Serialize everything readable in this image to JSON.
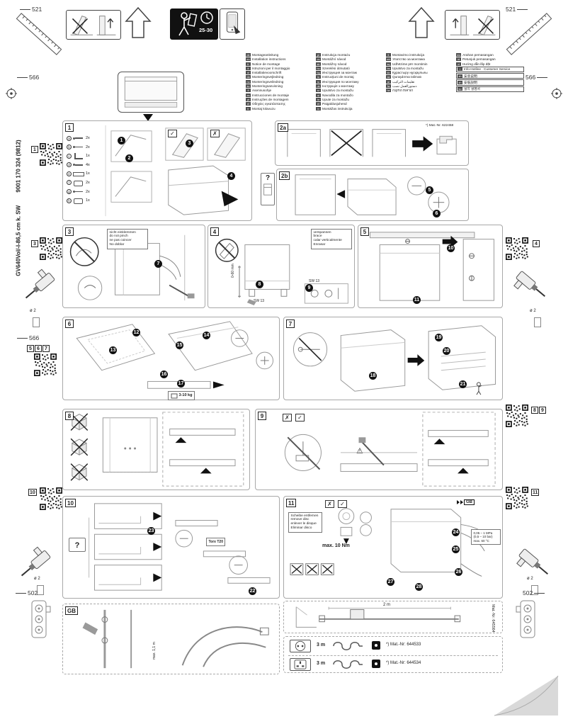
{
  "page": {
    "spine_model": "GV640Vol/-I-86,5 cm k. SW",
    "spine_number": "9001 170 324 (9812)"
  },
  "top": {
    "dim_left": "521",
    "dim_right": "521",
    "duration": "25-30"
  },
  "margin": {
    "dim_566": "566",
    "dim_502": "502",
    "drill_dia": "ø 2"
  },
  "qr": {
    "left1": "1",
    "left3": "3",
    "left5": "5",
    "left6": "6",
    "left7": "7",
    "left10": "10",
    "right4": "4",
    "right8": "8",
    "right9": "9",
    "right11": "11"
  },
  "languages": {
    "col1": [
      {
        "code": "de",
        "text": "Montageanleitung"
      },
      {
        "code": "en",
        "text": "Installation instructions"
      },
      {
        "code": "fr",
        "text": "Notice de montage"
      },
      {
        "code": "it",
        "text": "Istruzioni per il montaggio"
      },
      {
        "code": "nl",
        "text": "Installatievoorschrift"
      },
      {
        "code": "da",
        "text": "Monteringsvejledning"
      },
      {
        "code": "no",
        "text": "Monteringsveiledning"
      },
      {
        "code": "sv",
        "text": "Monteringsanvisning"
      },
      {
        "code": "fi",
        "text": "Asennusohje"
      },
      {
        "code": "es",
        "text": "Instrucciones de montaje"
      },
      {
        "code": "pt",
        "text": "Instruções de montagem"
      },
      {
        "code": "el",
        "text": "Οδηγίες εγκατάστασης"
      },
      {
        "code": "tr",
        "text": "Montaj kılavuzu"
      }
    ],
    "col2": [
      {
        "code": "pl",
        "text": "Instrukcja montażu"
      },
      {
        "code": "cs",
        "text": "Montážní návod"
      },
      {
        "code": "sk",
        "text": "Montážny návod"
      },
      {
        "code": "hu",
        "text": "Szerelési útmutató"
      },
      {
        "code": "bg",
        "text": "Инструкция за монтаж"
      },
      {
        "code": "ro",
        "text": "Instrucţiuni de montaj"
      },
      {
        "code": "ru",
        "text": "Инструкция по монтажу"
      },
      {
        "code": "uk",
        "text": "Інструкція з монтажу"
      },
      {
        "code": "sr",
        "text": "Uputstvo za montažu"
      },
      {
        "code": "sl",
        "text": "Navodila za montažo"
      },
      {
        "code": "hr",
        "text": "Upute za montažu"
      },
      {
        "code": "et",
        "text": "Paigaldusjuhend"
      },
      {
        "code": "lv",
        "text": "Montāžas instrukcija"
      }
    ],
    "col3": [
      {
        "code": "lt",
        "text": "Montavimo instrukcija"
      },
      {
        "code": "mk",
        "text": "Упатство за монтажа"
      },
      {
        "code": "sq",
        "text": "Udhëzime për montimin"
      },
      {
        "code": "bs",
        "text": "Uputstvo za montažu"
      },
      {
        "code": "kk",
        "text": "Құрастыру нұсқаулығы"
      },
      {
        "code": "az",
        "text": "Quraşdırma təlimatı"
      },
      {
        "code": "ar",
        "text": "تعليمات التركيب",
        "rtl": true
      },
      {
        "code": "fa",
        "text": "دستورالعمل نصب",
        "rtl": true
      },
      {
        "code": "he",
        "text": "הוראות התקנה",
        "rtl": true
      }
    ],
    "col4": [
      {
        "code": "ms",
        "text": "Arahan pemasangan"
      },
      {
        "code": "id",
        "text": "Petunjuk pemasangan"
      },
      {
        "code": "vi",
        "text": "Hướng dẫn lắp đặt"
      },
      {
        "code": "i",
        "text": "Info-Hotline · Customer Service",
        "boxed": true
      },
      {
        "code": "zh",
        "text": "安装说明",
        "boxed": true
      },
      {
        "code": "zh",
        "text": "安裝說明",
        "boxed": true
      },
      {
        "code": "ko",
        "text": "설치 설명서",
        "boxed": true
      }
    ]
  },
  "panels": {
    "p1": {
      "badge": "1",
      "check": "✓",
      "cross": "✗",
      "parts": [
        {
          "letter": "a",
          "icon": "screw",
          "qty": "2x"
        },
        {
          "letter": "b",
          "icon": "screw",
          "qty": "2x"
        },
        {
          "letter": "c",
          "icon": "bracket",
          "qty": "1x"
        },
        {
          "letter": "d",
          "icon": "screw",
          "qty": "4x"
        },
        {
          "letter": "e",
          "icon": "strip",
          "qty": "1x"
        },
        {
          "letter": "f",
          "icon": "cover",
          "qty": "2x"
        },
        {
          "letter": "g",
          "icon": "screw",
          "qty": "2x"
        },
        {
          "letter": "h",
          "icon": "cover",
          "qty": "1x"
        }
      ]
    },
    "p2a": {
      "badge": "2a",
      "part_note": "*) Mat.-Nr. 622458"
    },
    "p2b": {
      "badge": "2b",
      "question": "?"
    },
    "p3": {
      "badge": "3",
      "note": [
        "nicht einklemmen",
        "do not pinch",
        "ne pas coincer",
        "No doblar"
      ]
    },
    "p4": {
      "badge": "4",
      "note": [
        "verspannen",
        "brace",
        "calar verticalmente",
        "Enrasar"
      ],
      "range": "0-60 mm",
      "tool_a": "SW 13",
      "tool_b": "SW 13"
    },
    "p5": {
      "badge": "5"
    },
    "p6": {
      "badge": "6",
      "weight": "3-10 kg"
    },
    "p7": {
      "badge": "7"
    },
    "p8": {
      "badge": "8"
    },
    "p9": {
      "badge": "9",
      "check": "✓",
      "cross": "✗"
    },
    "p10": {
      "badge": "10",
      "question": "?",
      "tool": "Torx T20"
    },
    "p11": {
      "badge": "11",
      "note": [
        "Scheibe entfernen",
        "remove disc",
        "enlever le disque",
        "Eliminar disco"
      ],
      "check": "✓",
      "cross": "✗",
      "torque": "max. 10 Nm",
      "gb_ref": "GB",
      "specs": [
        "0,05 – 1 MPa",
        "(0,5 – 10 bar)",
        "max. 60 °C"
      ]
    },
    "gb": {
      "badge": "GB",
      "length": "max. 1,1 m"
    },
    "hose": {
      "length": "2 m",
      "mat_nr": "Mat.-Nr: 645564"
    },
    "cables": [
      {
        "length": "3 m",
        "mat": "*) Mat.-Nr: 644533"
      },
      {
        "length": "3 m",
        "mat": "*) Mat.-Nr: 644534"
      }
    ]
  },
  "callouts": {
    "c1": "1",
    "c2": "2",
    "c3": "3",
    "c4": "4",
    "c5": "5",
    "c6": "6",
    "c7": "7",
    "c8": "8",
    "c9": "9",
    "c10": "10",
    "c11": "11",
    "c12": "12",
    "c13": "13",
    "c14": "14",
    "c15": "15",
    "c16": "16",
    "c17": "17",
    "c18": "18",
    "c19": "19",
    "c20": "20",
    "c21": "21",
    "c22": "22",
    "c23": "23",
    "c24": "24",
    "c25": "25",
    "c26": "26",
    "c27": "27",
    "c28": "28"
  }
}
